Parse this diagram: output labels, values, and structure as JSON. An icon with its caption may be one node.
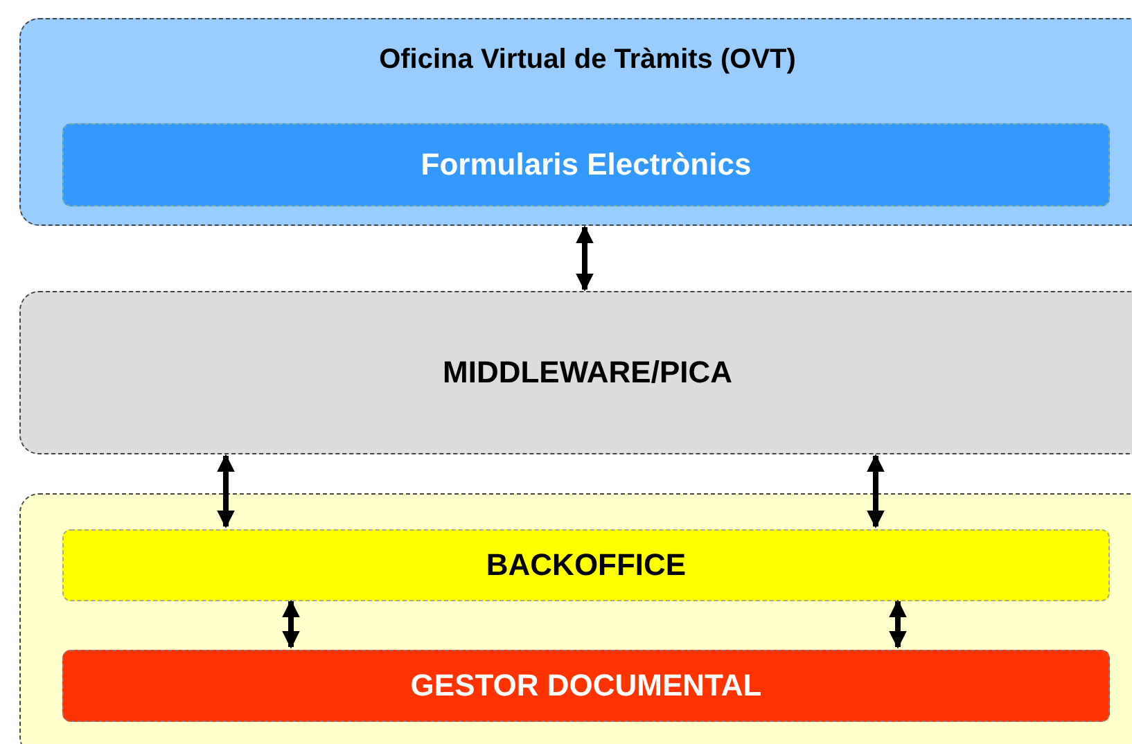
{
  "diagram": {
    "nodes": [
      {
        "text": [
          "Oficina Virtual de Tràmits (OVT)"
        ]
      },
      {
        "text": [
          "Formularis Electrònics"
        ],
        "in": 0
      },
      {
        "text": [
          "MIDDLEWARE/PICA"
        ]
      },
      {
        "text": [],
        "shape": "box"
      },
      {
        "text": [
          "BACKOFFICE"
        ],
        "in": 3
      },
      {
        "text": [
          "GESTOR DOCUMENTAL"
        ],
        "in": 3
      }
    ],
    "edges": [
      {
        "from": 0,
        "to": 2,
        "arrow": "both"
      },
      {
        "from": 2,
        "to": 4,
        "arrow": "both"
      },
      {
        "from": 2,
        "to": 4,
        "arrow": "both"
      },
      {
        "from": 4,
        "to": 5,
        "arrow": "both"
      },
      {
        "from": 4,
        "to": 5,
        "arrow": "both"
      }
    ]
  }
}
